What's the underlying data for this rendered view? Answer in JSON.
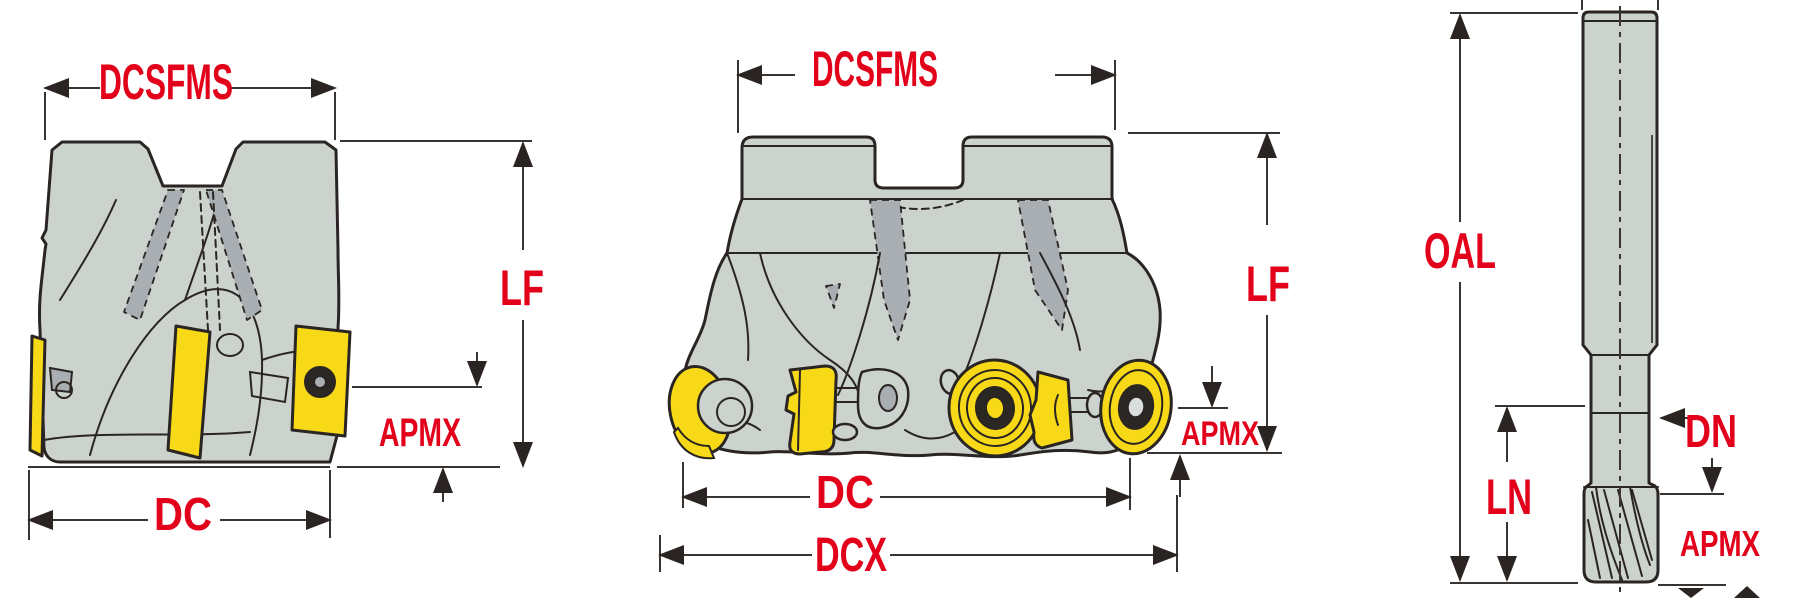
{
  "colors": {
    "label_red": "#e2001a",
    "insert_yellow": "#f7d917",
    "body_gray": "#ccd3cf",
    "slot_gray": "#a9aeb2",
    "line_dark": "#3a3430",
    "background": "#ffffff"
  },
  "labels": {
    "v1": {
      "dcsfms": "DCSFMS",
      "lf": "LF",
      "apmx": "APMX",
      "dc": "DC"
    },
    "v2": {
      "dcsfms": "DCSFMS",
      "lf": "LF",
      "apmx": "APMX",
      "dc": "DC",
      "dcx": "DCX"
    },
    "v3": {
      "oal": "OAL",
      "ln": "LN",
      "dn": "DN",
      "apmx": "APMX"
    }
  }
}
